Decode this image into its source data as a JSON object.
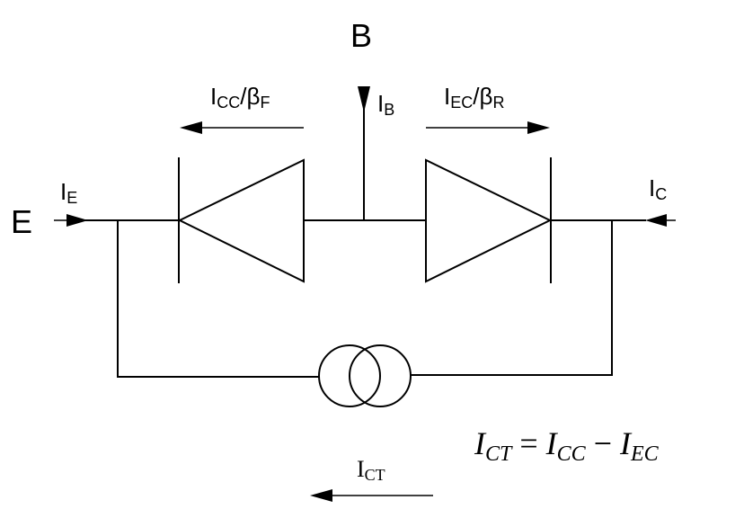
{
  "terminals": {
    "base": "B",
    "emitter": "E"
  },
  "currents": {
    "emitter": {
      "main": "I",
      "sub": "E"
    },
    "base": {
      "main": "I",
      "sub": "B"
    },
    "collector": {
      "main": "I",
      "sub": "C"
    },
    "cc_over_beta_f": {
      "main": "I",
      "sub": "CC",
      "sep": "/",
      "beta": "β",
      "beta_sub": "F"
    },
    "ec_over_beta_r": {
      "main": "I",
      "sub": "EC",
      "sep": "/",
      "beta": "β",
      "beta_sub": "R"
    },
    "transport": {
      "main": "I",
      "sub": "CT"
    }
  },
  "equation": {
    "lhs": "I",
    "lhs_sub": "CT",
    "equals": " = ",
    "t1": "I",
    "t1_sub": "CC",
    "minus": " − ",
    "t2": "I",
    "t2_sub": "EC"
  }
}
